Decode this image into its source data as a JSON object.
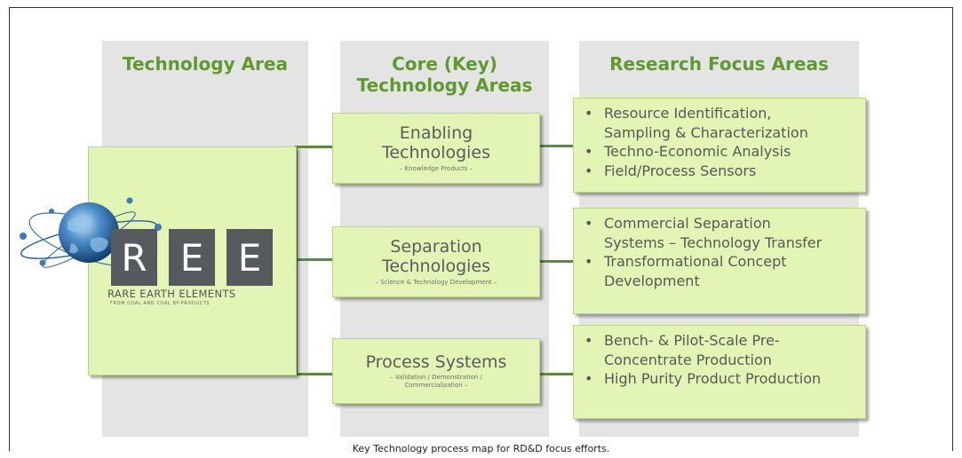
{
  "columns": {
    "technology_area": "Technology Area",
    "core_line1": "Core (Key)",
    "core_line2": "Technology Areas",
    "research_focus": "Research Focus Areas"
  },
  "logo": {
    "letters": [
      "R",
      "E",
      "E"
    ],
    "name": "RARE EARTH ELEMENTS",
    "tagline": "FROM COAL AND COAL BY-PRODUCTS"
  },
  "core_areas": [
    {
      "title_line1": "Enabling",
      "title_line2": "Technologies",
      "subtitle_line1": "– Knowledge Products –",
      "subtitle_line2": ""
    },
    {
      "title_line1": "Separation",
      "title_line2": "Technologies",
      "subtitle_line1": "– Science & Technology Development –",
      "subtitle_line2": ""
    },
    {
      "title_line1": "Process Systems",
      "title_line2": "",
      "subtitle_line1": "– Validation / Demonstration /",
      "subtitle_line2": "Commercialization –"
    }
  ],
  "focus_areas": [
    [
      "Resource Identification,",
      "Sampling & Characterization",
      "Techno-Economic Analysis",
      "Field/Process Sensors"
    ],
    [
      "Commercial Separation",
      "Systems – Technology Transfer",
      "Transformational Concept",
      "Development"
    ],
    [
      "Bench- & Pilot-Scale Pre-",
      "Concentrate Production",
      "High Purity Product Production"
    ]
  ],
  "caption": "Key Technology process map for RD&D focus efforts.",
  "colors": {
    "heading_green": "#5f9a2e",
    "box_fill": "#e3f5b5",
    "column_gray": "#e4e4e4",
    "connector": "#5a8a3a",
    "logo_tile": "#555a5f"
  }
}
